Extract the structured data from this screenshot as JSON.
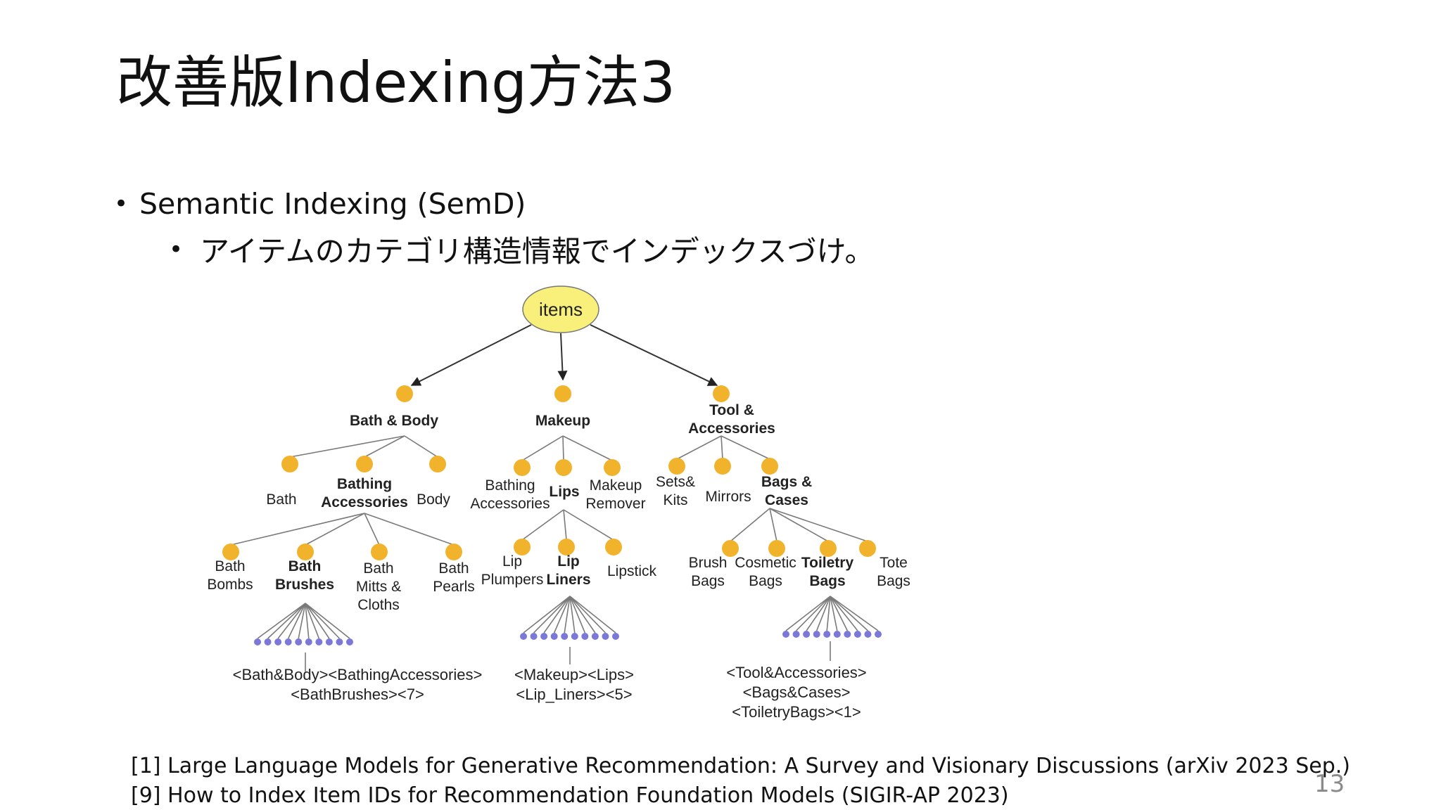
{
  "slide": {
    "title": "改善版Indexing方法3",
    "bullet_1": "Semantic Indexing (SemD)",
    "bullet_2": "アイテムのカテゴリ構造情報でインデックスづけ。",
    "bullet_marker": "•",
    "page_number": "13"
  },
  "references": [
    "[1] Large Language Models for Generative Recommendation: A Survey and Visionary Discussions (arXiv 2023 Sep.)",
    "[9] How to Index Item IDs for Recommendation Foundation Models (SIGIR-AP 2023)"
  ],
  "colors": {
    "root_fill": "#f8f07a",
    "node_fill": "#f2b32c",
    "leaf_fill": "#7b78d8",
    "edge": "#7a7a7a"
  },
  "tree": {
    "root": "items",
    "categories": [
      {
        "label": [
          "Bath & Body"
        ],
        "children": [
          {
            "label": [
              "Bath"
            ],
            "bold": false
          },
          {
            "label": [
              "Bathing",
              "Accessories"
            ],
            "bold": true,
            "children": [
              {
                "label": [
                  "Bath",
                  "Bombs"
                ],
                "bold": false
              },
              {
                "label": [
                  "Bath",
                  "Brushes"
                ],
                "bold": true
              },
              {
                "label": [
                  "Bath",
                  "Mitts &",
                  "Cloths"
                ],
                "bold": false
              },
              {
                "label": [
                  "Bath",
                  "Pearls"
                ],
                "bold": false
              }
            ]
          },
          {
            "label": [
              "Body"
            ],
            "bold": false
          }
        ]
      },
      {
        "label": [
          "Makeup"
        ],
        "children": [
          {
            "label": [
              "Bathing",
              "Accessories"
            ],
            "bold": false
          },
          {
            "label": [
              "Lips"
            ],
            "bold": true,
            "children": [
              {
                "label": [
                  "Lip",
                  "Plumpers"
                ],
                "bold": false
              },
              {
                "label": [
                  "Lip",
                  "Liners"
                ],
                "bold": true
              },
              {
                "label": [
                  "Lipstick"
                ],
                "bold": false
              }
            ]
          },
          {
            "label": [
              "Makeup",
              "Remover"
            ],
            "bold": false
          }
        ]
      },
      {
        "label": [
          "Tool &",
          "Accessories"
        ],
        "children": [
          {
            "label": [
              "Sets&",
              "Kits"
            ],
            "bold": false
          },
          {
            "label": [
              "Mirrors"
            ],
            "bold": false
          },
          {
            "label": [
              "Bags &",
              "Cases"
            ],
            "bold": true,
            "children": [
              {
                "label": [
                  "Brush",
                  "Bags"
                ],
                "bold": false
              },
              {
                "label": [
                  "Cosmetic",
                  "Bags"
                ],
                "bold": false
              },
              {
                "label": [
                  "Toiletry",
                  "Bags"
                ],
                "bold": true
              },
              {
                "label": [
                  "Tote",
                  "Bags"
                ],
                "bold": false
              }
            ]
          }
        ]
      }
    ],
    "id_examples": [
      [
        "<Bath&Body><BathingAccessories>",
        "<BathBrushes><7>"
      ],
      [
        "<Makeup><Lips>",
        "<Lip_Liners><5>"
      ],
      [
        "<Tool&Accessories>",
        "<Bags&Cases>",
        "<ToiletryBags><1>"
      ]
    ]
  }
}
